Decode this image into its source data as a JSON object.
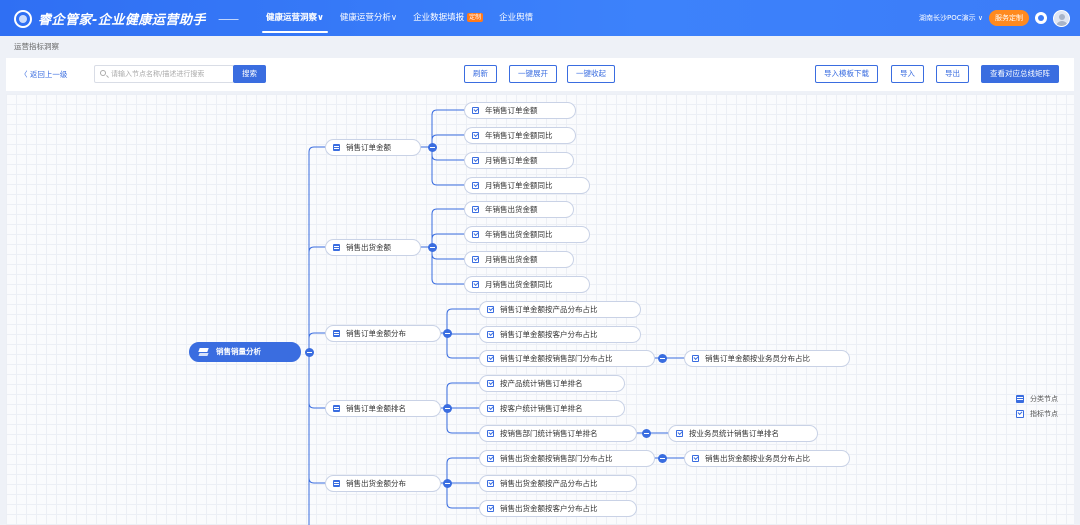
{
  "app": {
    "title": "睿企管家-企业健康运营助手",
    "nav": [
      {
        "label": "健康运营洞察∨",
        "active": true
      },
      {
        "label": "健康运营分析∨",
        "active": false
      },
      {
        "label": "企业数据填报",
        "badge": "定制",
        "active": false
      },
      {
        "label": "企业舆情",
        "active": false
      }
    ],
    "org_select": "湖南长沙POC演示 ∨",
    "service_button": "服务定制"
  },
  "breadcrumb": "运营指标洞察",
  "toolbar": {
    "back": "〈  返回上一级",
    "search_placeholder": "请输入节点名称/描述进行搜索",
    "search_button": "搜索",
    "refresh": "刷新",
    "expand_all": "一键展开",
    "collapse_all": "一键收起",
    "import_template": "导入模板下载",
    "import": "导入",
    "export": "导出",
    "view_matrix": "查看对应总线矩阵"
  },
  "tree": {
    "root": "销售销量分析",
    "groups": [
      {
        "label": "销售订单金额",
        "children": [
          {
            "label": "年销售订单金额"
          },
          {
            "label": "年销售订单金额同比"
          },
          {
            "label": "月销售订单金额"
          },
          {
            "label": "月销售订单金额同比"
          }
        ]
      },
      {
        "label": "销售出货金额",
        "children": [
          {
            "label": "年销售出货金额"
          },
          {
            "label": "年销售出货金额同比"
          },
          {
            "label": "月销售出货金额"
          },
          {
            "label": "月销售出货金额同比"
          }
        ]
      },
      {
        "label": "销售订单金额分布",
        "children": [
          {
            "label": "销售订单金额按产品分布占比"
          },
          {
            "label": "销售订单金额按客户分布占比"
          },
          {
            "label": "销售订单金额按销售部门分布占比",
            "child": "销售订单金额按业务员分布占比"
          }
        ]
      },
      {
        "label": "销售订单金额排名",
        "children": [
          {
            "label": "按产品统计销售订单排名"
          },
          {
            "label": "按客户统计销售订单排名"
          },
          {
            "label": "按销售部门统计销售订单排名",
            "child": "按业务员统计销售订单排名"
          }
        ]
      },
      {
        "label": "销售出货金额分布",
        "children": [
          {
            "label": "销售出货金额按销售部门分布占比",
            "child": "销售出货金额按业务员分布占比"
          },
          {
            "label": "销售出货金额按产品分布占比"
          },
          {
            "label": "销售出货金额按客户分布占比"
          }
        ]
      }
    ]
  },
  "legend": {
    "category": "分类节点",
    "indicator": "指标节点"
  },
  "colors": {
    "primary": "#3a6de0",
    "topbar": "#3b7cf8",
    "accent_orange": "#ff8a1f"
  }
}
